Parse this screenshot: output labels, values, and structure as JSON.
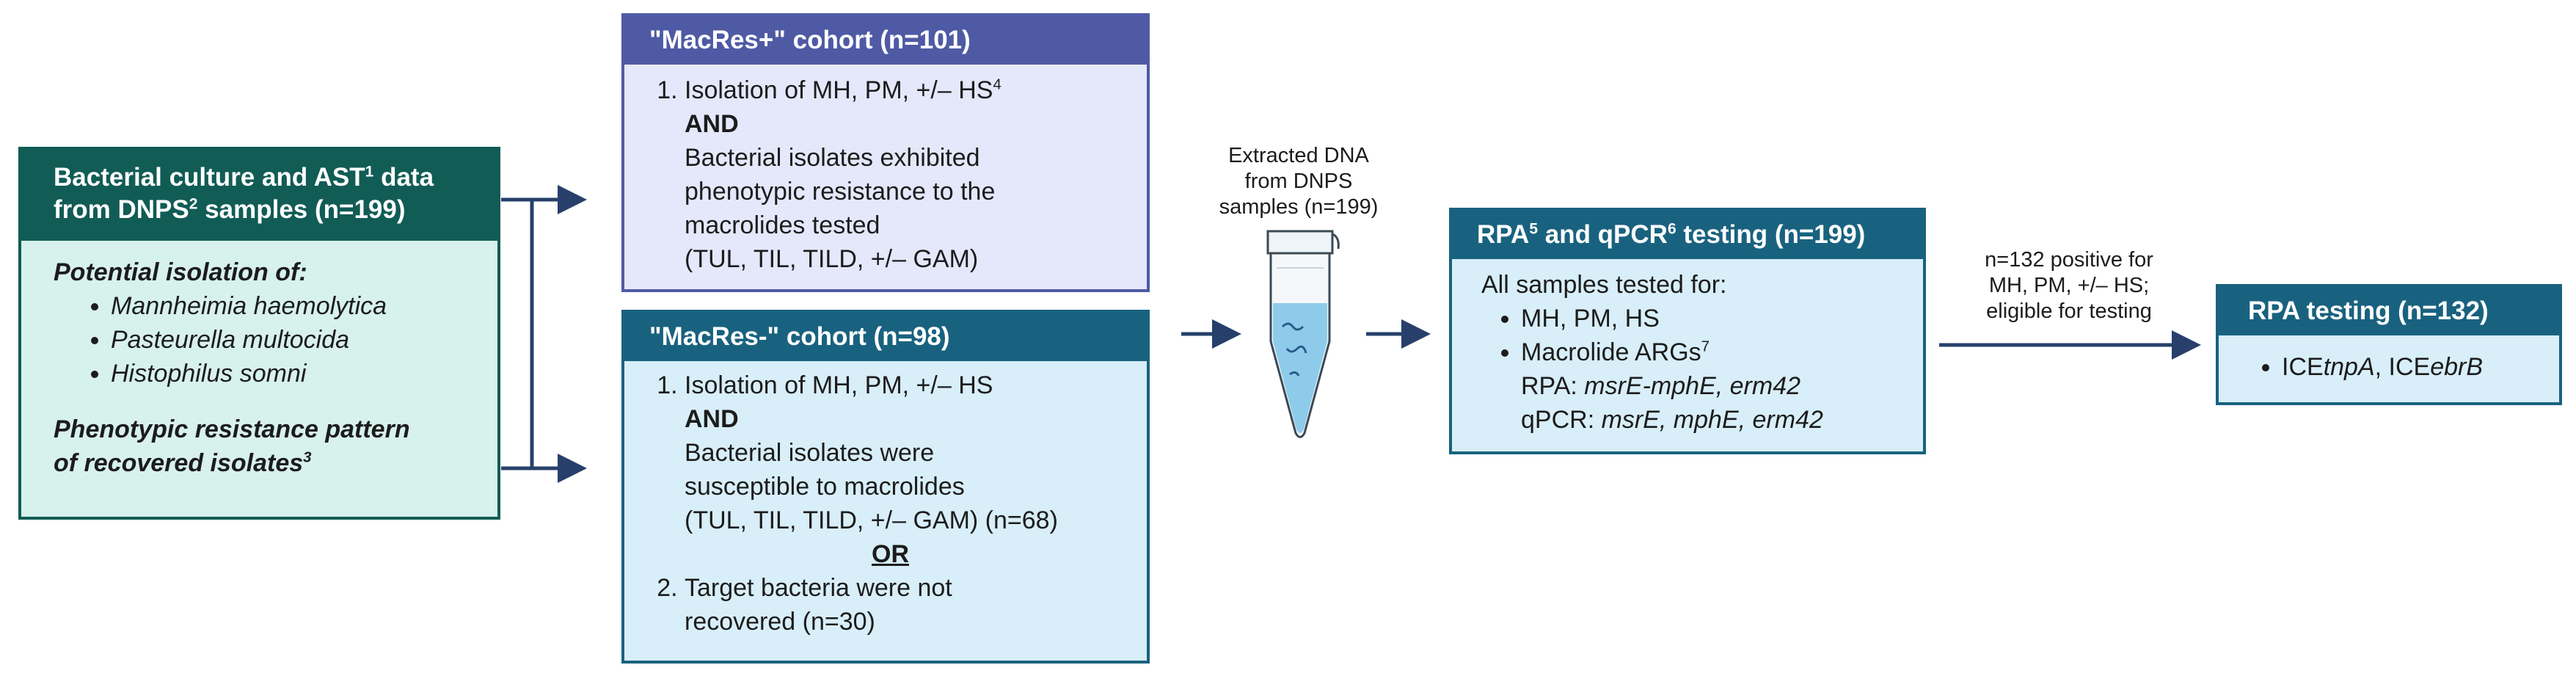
{
  "colors": {
    "green_dark": "#115c55",
    "green_light": "#d7f1ec",
    "purple_dark": "#4f5aa5",
    "purple_light": "#e4e8fa",
    "teal_dark": "#19627f",
    "teal_light": "#d8eef8",
    "arrow": "#27406b",
    "liquid": "#8ecbea"
  },
  "culture": {
    "title_line1": "Bacterial culture and AST",
    "title_sup1": "1",
    "title_line1_tail": " data",
    "title_line2": "from DNPS",
    "title_sup2": "2",
    "title_line2_tail": " samples (n=199)",
    "potential_heading": "Potential isolation of:",
    "species": [
      "Mannheimia haemolytica",
      "Pasteurella multocida",
      "Histophilus somni"
    ],
    "pattern_line1": "Phenotypic resistance pattern",
    "pattern_line2": "of recovered isolates",
    "pattern_sup": "3"
  },
  "macres_pos": {
    "title": "\"MacRes+\" cohort (n=101)",
    "item1_line1": "Isolation of MH, PM, +/– HS",
    "item1_sup": "4",
    "and_word": "AND",
    "lines": [
      "Bacterial isolates exhibited",
      "phenotypic resistance to the",
      "macrolides tested",
      "(TUL, TIL, TILD, +/– GAM)"
    ]
  },
  "macres_neg": {
    "title": "\"MacRes-\" cohort (n=98)",
    "item1_line1": "Isolation of MH, PM, +/– HS",
    "and_word": "AND",
    "lines": [
      "Bacterial isolates were",
      "susceptible to macrolides",
      "(TUL, TIL, TILD, +/– GAM) (n=68)"
    ],
    "or_word": "OR",
    "item2_line1": "Target bacteria were not",
    "item2_line2": "recovered (n=30)"
  },
  "dna": {
    "lines": [
      "Extracted DNA",
      "from DNPS",
      "samples (n=199)"
    ]
  },
  "rpa_qpcr": {
    "title_a": "RPA",
    "sup_a": "5",
    "title_b": " and qPCR",
    "sup_b": "6",
    "title_c": " testing (n=199)",
    "intro": "All samples tested for:",
    "bullet1": "MH, PM, HS",
    "bullet2": "Macrolide ARGs",
    "bullet2_sup": "7",
    "rpa_label": "RPA: ",
    "rpa_genes": "msrE-mphE, erm42",
    "qpcr_label": "qPCR: ",
    "qpcr_genes": "msrE, mphE, erm42"
  },
  "positive_note": {
    "lines": [
      "n=132 positive for",
      "MH, PM, +/– HS;",
      "eligible for testing"
    ]
  },
  "rpa_testing": {
    "title": "RPA testing (n=132)",
    "gene1_prefix": "ICE",
    "gene1_em": "tnpA",
    "separator": ", ",
    "gene2_prefix": "ICE",
    "gene2_em": "ebrB"
  }
}
